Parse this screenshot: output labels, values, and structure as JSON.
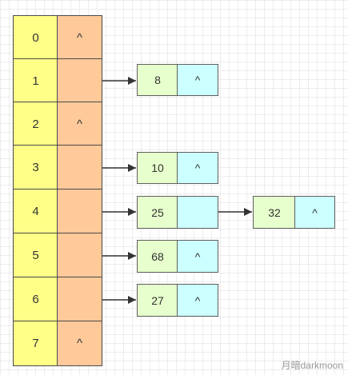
{
  "table": {
    "rows": [
      {
        "index": "0",
        "pointer": "^"
      },
      {
        "index": "1",
        "pointer": ""
      },
      {
        "index": "2",
        "pointer": "^"
      },
      {
        "index": "3",
        "pointer": ""
      },
      {
        "index": "4",
        "pointer": ""
      },
      {
        "index": "5",
        "pointer": ""
      },
      {
        "index": "6",
        "pointer": ""
      },
      {
        "index": "7",
        "pointer": "^"
      }
    ]
  },
  "nodes": [
    {
      "value": "8",
      "next": "^"
    },
    {
      "value": "10",
      "next": "^"
    },
    {
      "value": "25",
      "next": ""
    },
    {
      "value": "32",
      "next": "^"
    },
    {
      "value": "68",
      "next": "^"
    },
    {
      "value": "27",
      "next": "^"
    }
  ],
  "watermark": "月暗darkmoon",
  "colors": {
    "index_fill": "#ffff88",
    "pointer_fill": "#ffc999",
    "node_value_fill": "#e6ffcc",
    "node_next_fill": "#ccffff"
  }
}
